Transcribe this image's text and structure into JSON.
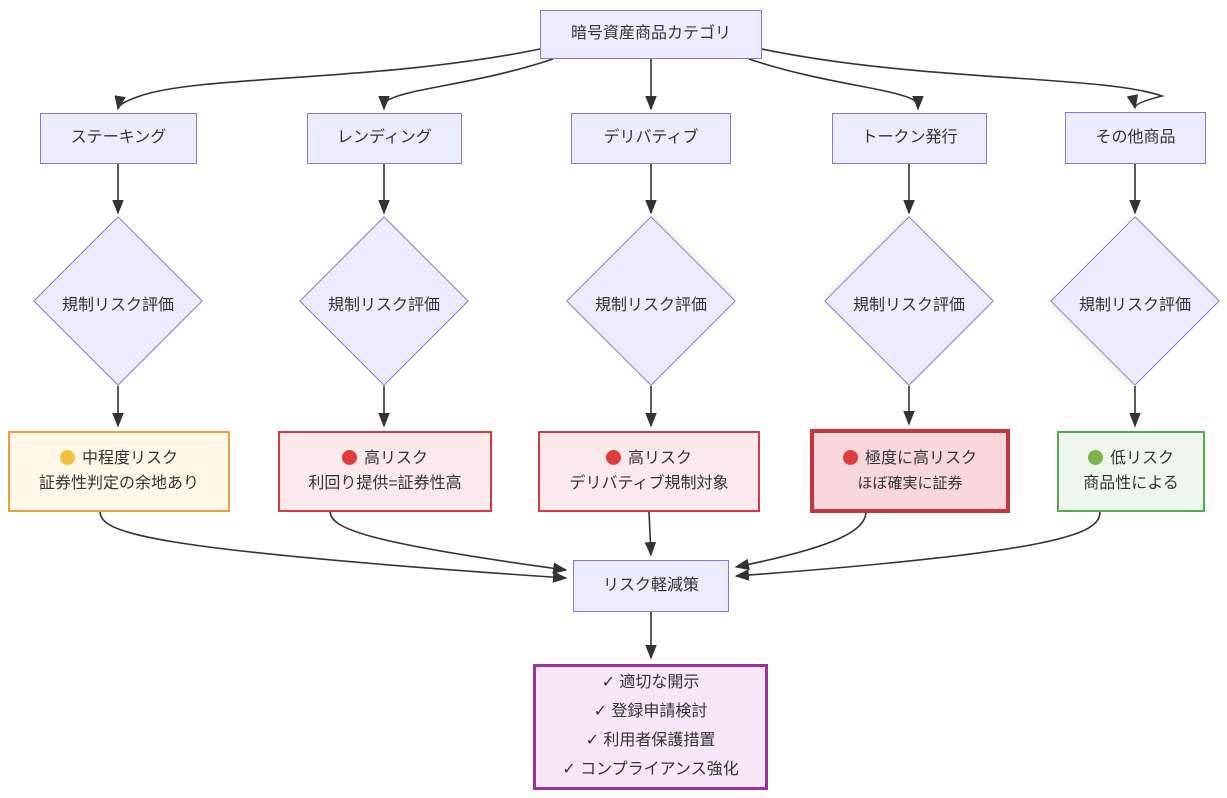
{
  "diagram": {
    "root": {
      "label": "暗号資産商品カテゴリ"
    },
    "categories": [
      {
        "label": "ステーキング"
      },
      {
        "label": "レンディング"
      },
      {
        "label": "デリバティブ"
      },
      {
        "label": "トークン発行"
      },
      {
        "label": "その他商品"
      }
    ],
    "decision_label": "規制リスク評価",
    "assessments": [
      {
        "risk": "medium",
        "dot_color": "#F5C13D",
        "level": "中程度リスク",
        "detail": "証券性判定の余地あり"
      },
      {
        "risk": "high",
        "dot_color": "#E23B3B",
        "level": "高リスク",
        "detail": "利回り提供=証券性高"
      },
      {
        "risk": "high",
        "dot_color": "#E23B3B",
        "level": "高リスク",
        "detail": "デリバティブ規制対象"
      },
      {
        "risk": "extreme",
        "dot_color": "#E23B3B",
        "level": "極度に高リスク",
        "detail": "ほぼ確実に証券"
      },
      {
        "risk": "low",
        "dot_color": "#7CB34C",
        "level": "低リスク",
        "detail": "商品性による"
      }
    ],
    "mitigation": {
      "label": "リスク軽減策"
    },
    "actions": [
      "✓ 適切な開示",
      "✓ 登録申請検討",
      "✓ 利用者保護措置",
      "✓ コンプライアンス強化"
    ]
  },
  "colors": {
    "node_fill": "#ECECFF",
    "node_border": "#9370DB",
    "edge": "#333333",
    "text": "#333333",
    "medium_fill": "#FFF8E8",
    "medium_border": "#E9A23B",
    "high_fill": "#FCE9EB",
    "high_border": "#D23B46",
    "extreme_fill": "#F9D8DC",
    "extreme_border": "#C73540",
    "low_fill": "#EEF7EB",
    "low_border": "#55AA50",
    "actions_fill": "#F7E6F7",
    "actions_border": "#993399",
    "dot_yellow": "#F5C13D",
    "dot_red": "#E23B3B",
    "dot_green": "#7CB34C"
  }
}
